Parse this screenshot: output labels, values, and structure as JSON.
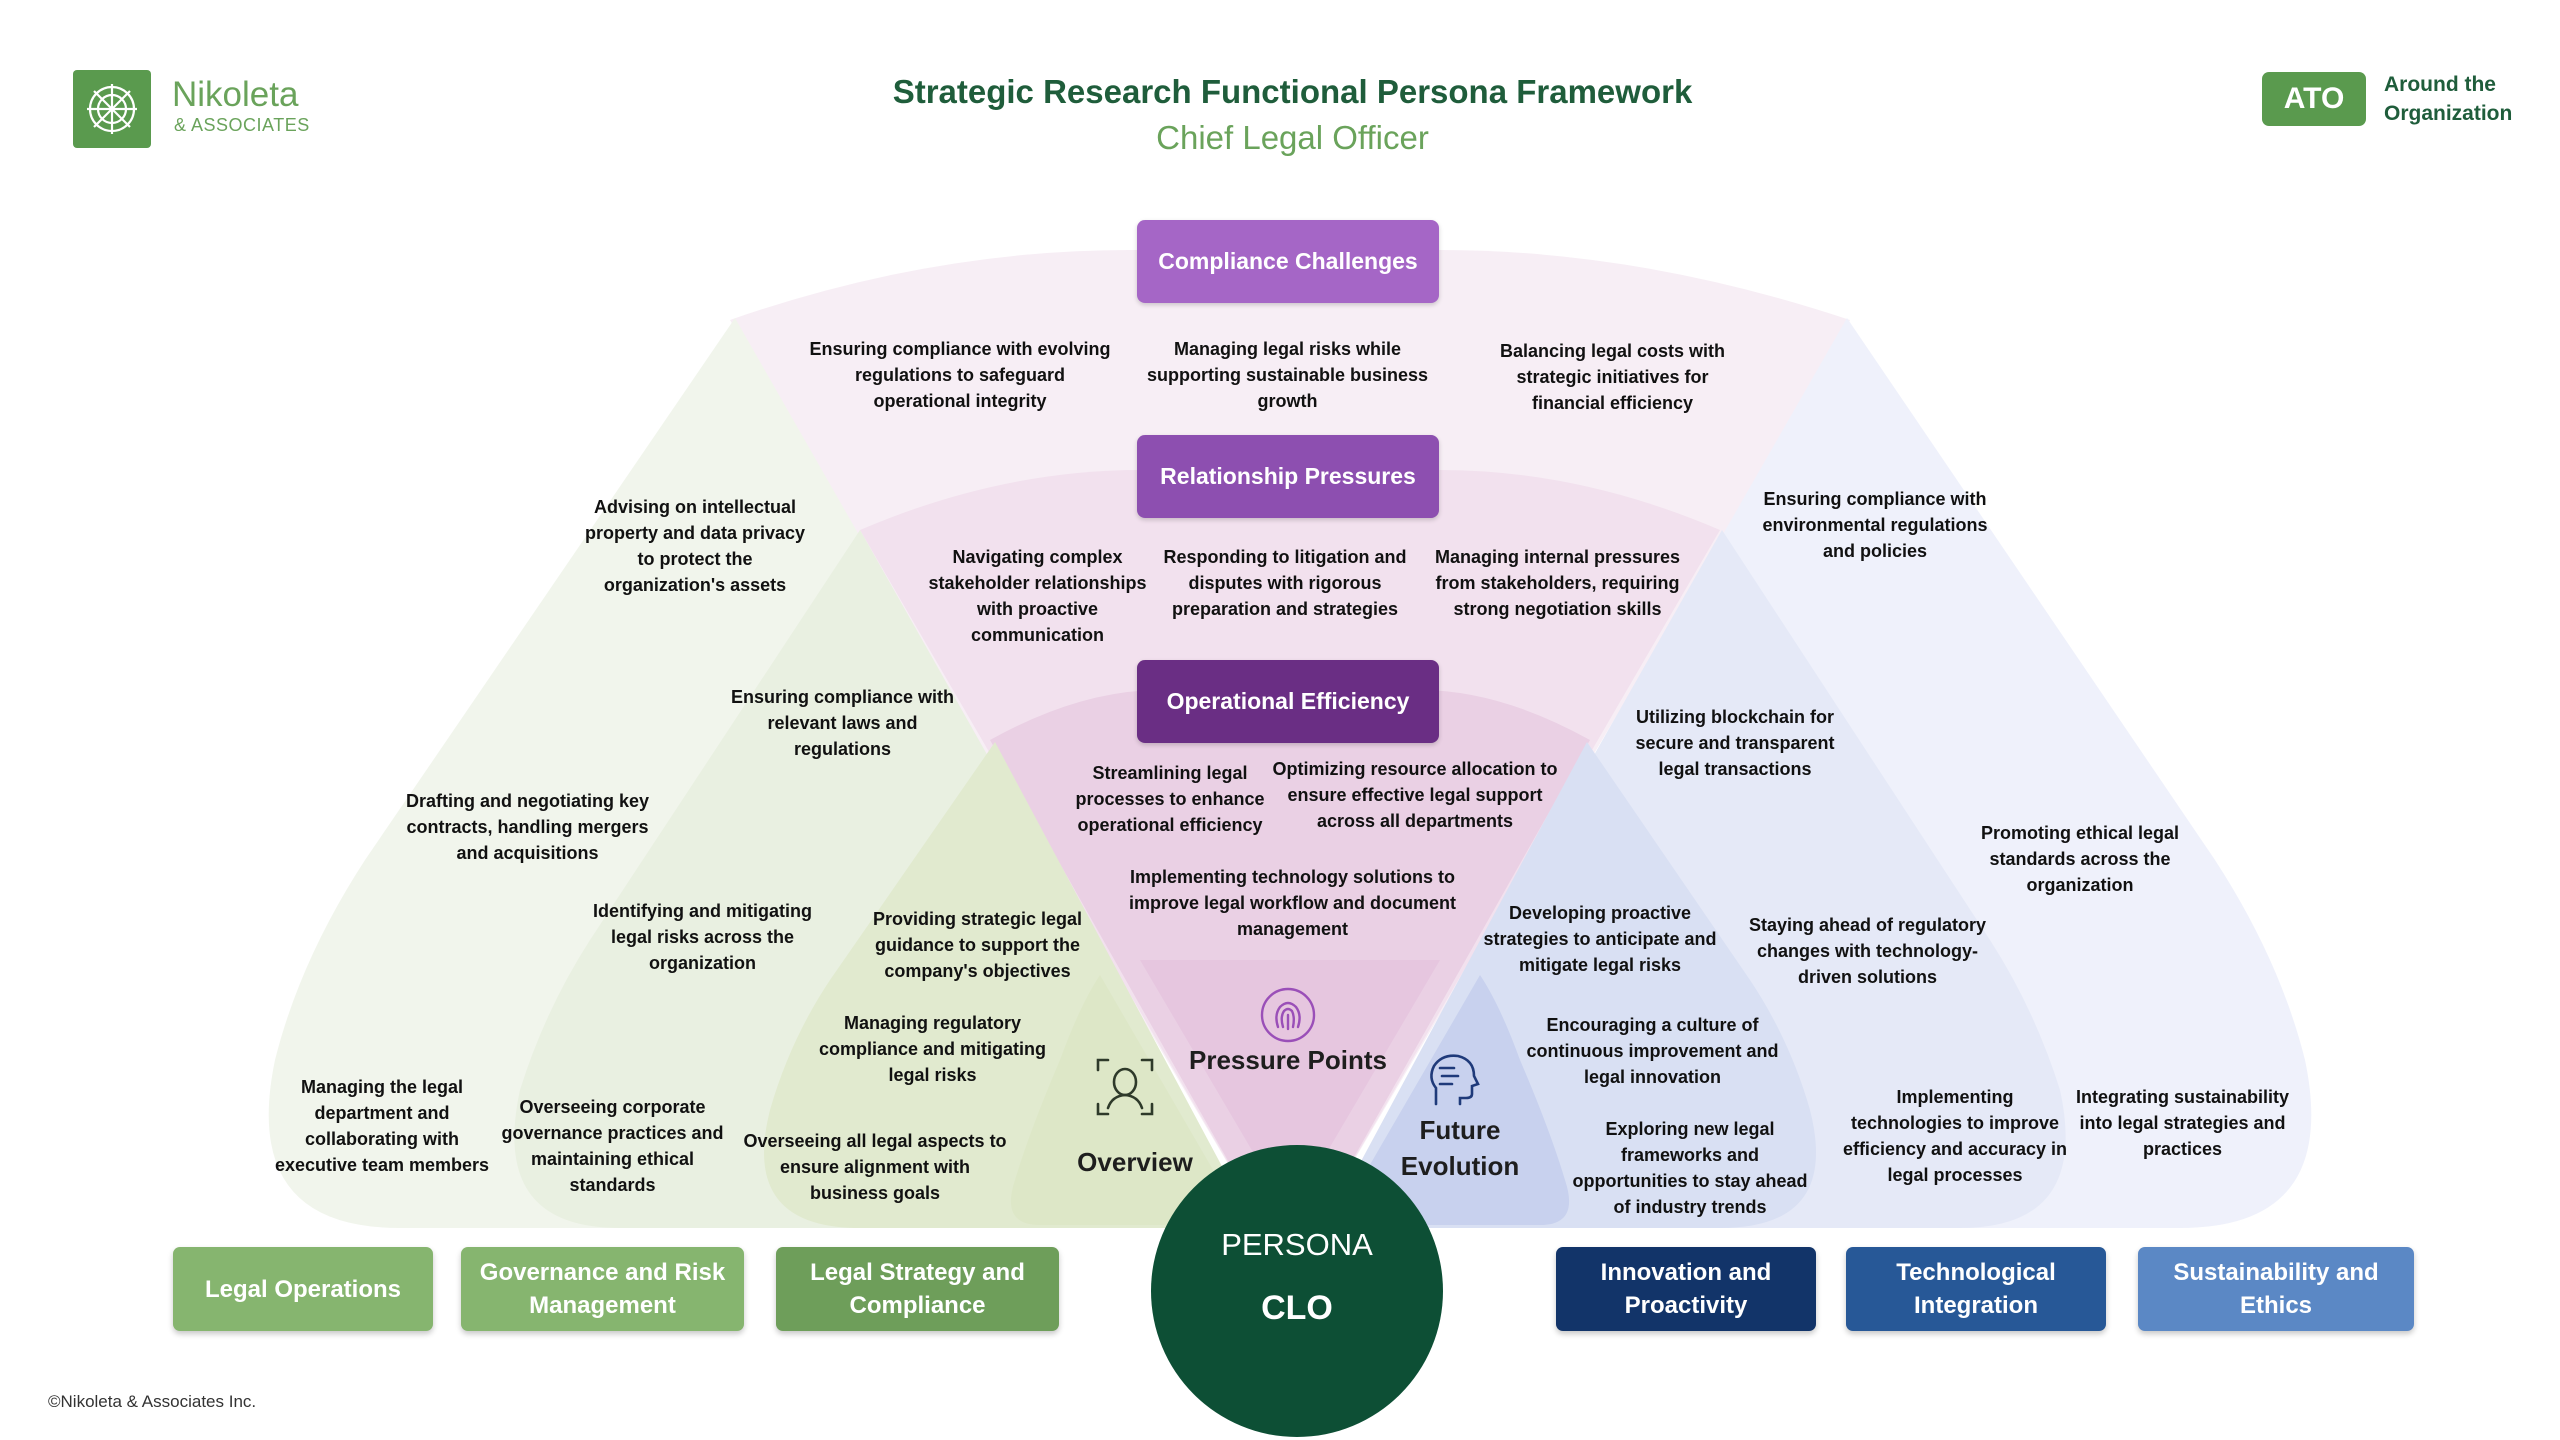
{
  "brand": {
    "name": "Nikoleta",
    "sub": "& ASSOCIATES"
  },
  "header": {
    "title": "Strategic Research Functional Persona Framework",
    "subtitle": "Chief Legal Officer"
  },
  "ato": {
    "badge": "ATO",
    "text": "Around the Organization"
  },
  "pressure_headers": {
    "compliance": "Compliance Challenges",
    "relationship": "Relationship Pressures",
    "operational": "Operational Efficiency"
  },
  "compliance_items": [
    "Ensuring compliance with evolving regulations to safeguard operational integrity",
    "Managing legal risks while supporting sustainable business growth",
    "Balancing legal costs with strategic initiatives for financial efficiency"
  ],
  "relationship_items": [
    "Navigating complex stakeholder relationships with proactive communication",
    "Responding to litigation and disputes with rigorous preparation and strategies",
    "Managing internal pressures from stakeholders, requiring strong negotiation skills"
  ],
  "operational_items": [
    "Streamlining legal processes to enhance operational efficiency",
    "Optimizing resource allocation to ensure effective legal support across all departments",
    "Implementing technology solutions to improve legal workflow and document management"
  ],
  "overview_items": [
    "Advising on intellectual property and data privacy to protect the organization's assets",
    "Drafting and negotiating key contracts, handling mergers and acquisitions",
    "Managing the legal department and collaborating with executive team members",
    "Ensuring compliance with relevant laws and regulations",
    "Identifying and mitigating legal risks across the organization",
    "Overseeing corporate governance practices and maintaining ethical standards",
    "Providing strategic legal guidance to support the company's objectives",
    "Managing regulatory compliance and mitigating legal risks",
    "Overseeing all legal aspects to ensure alignment with business goals"
  ],
  "future_items": [
    "Ensuring compliance with environmental regulations and policies",
    "Utilizing blockchain for secure and transparent legal transactions",
    "Promoting ethical legal standards across the organization",
    "Developing proactive strategies to anticipate and mitigate legal risks",
    "Staying ahead of regulatory changes with technology-driven solutions",
    "Encouraging a culture of continuous improvement and legal innovation",
    "Exploring new legal frameworks and opportunities to stay ahead of industry trends",
    "Implementing technologies to improve efficiency and accuracy in legal processes",
    "Integrating sustainability into legal strategies and practices"
  ],
  "center_labels": {
    "overview": "Overview",
    "pressure": "Pressure Points",
    "future": "Future Evolution"
  },
  "persona": {
    "label": "PERSONA",
    "role": "CLO"
  },
  "categories_left": [
    "Legal Operations",
    "Governance and Risk Management",
    "Legal Strategy and Compliance"
  ],
  "categories_right": [
    "Innovation and Proactivity",
    "Technological Integration",
    "Sustainability and Ethics"
  ],
  "colors": {
    "dark_green": "#1f5d3b",
    "brand_green": "#5a9a4e",
    "purple_light": "#a566c6",
    "purple_mid": "#8d4fb0",
    "purple_dark": "#6a2e84",
    "navy": "#123469",
    "blue": "#275897",
    "blue_light": "#5b88c5",
    "persona": "#0d4f35"
  },
  "icons": [
    "logo-icon",
    "person-icon",
    "fingerprint-icon",
    "ai-head-icon"
  ],
  "footer": "©Nikoleta & Associates Inc."
}
